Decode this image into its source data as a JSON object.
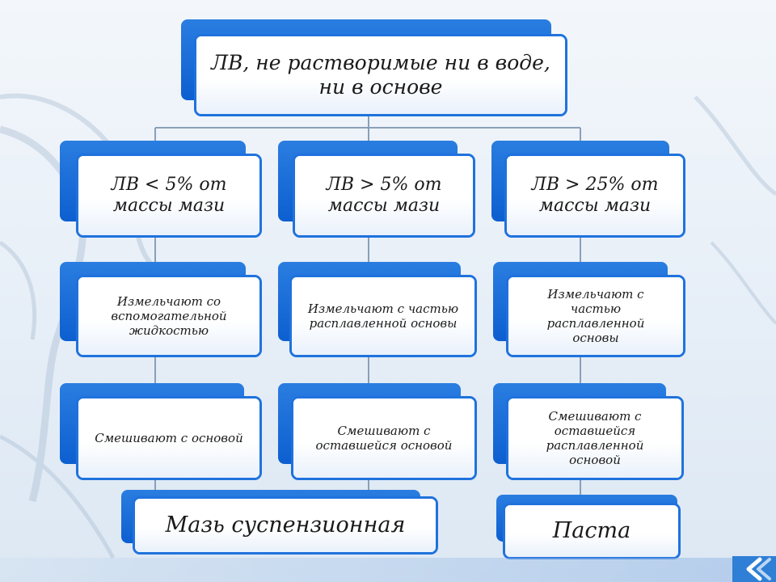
{
  "root": {
    "text": "ЛВ, не растворимые ни в воде, ни в основе"
  },
  "columns": [
    {
      "category": "ЛВ < 5% от массы мази",
      "step1": "Измельчают со вспомогательной жидкостью",
      "step2": "Смешивают с основой"
    },
    {
      "category": "ЛВ > 5% от массы мази",
      "step1": "Измельчают с частью расплавленной основы",
      "step2": "Смешивают с оставшейся основой"
    },
    {
      "category": "ЛВ > 25% от массы мази",
      "step1": "Измельчают с частью расплавленной основы",
      "step2": "Смешивают с оставшейся расплавленной основой"
    }
  ],
  "results": [
    {
      "text": "Мазь суспензионная"
    },
    {
      "text": "Паста"
    }
  ],
  "colors": {
    "accent": "#1f72dd",
    "box_back": "#0d5fd0",
    "connector": "#8a9fb8"
  }
}
